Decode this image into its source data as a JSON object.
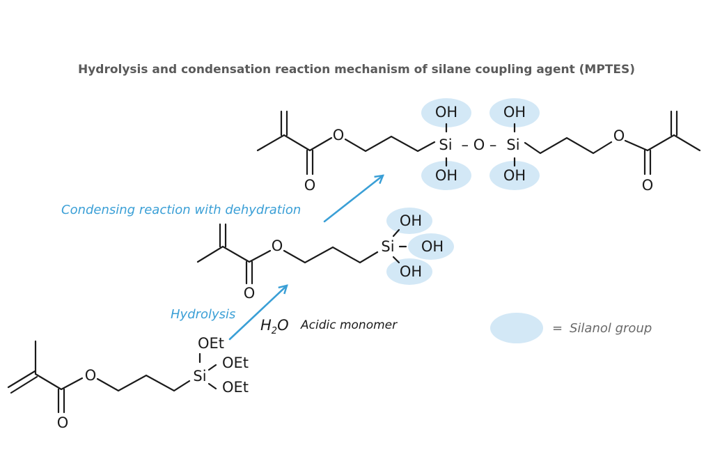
{
  "title": "Hydrolysis and condensation reaction mechanism of silane coupling agent (MPTES)",
  "colors": {
    "accent": "#3a9fd6",
    "silanol_fill": "#d3e8f6",
    "bond": "#1a1a1a"
  },
  "atoms": {
    "O": "O",
    "Si": "Si",
    "OH": "OH",
    "OEt": "OEt",
    "Si_O_Si": "– O –"
  },
  "labels": {
    "condensing": "Condensing reaction with dehydration",
    "hydrolysis": "Hydrolysis",
    "water_main": "H",
    "water_sub": "2",
    "water_tail": "O",
    "acidic_monomer": "Acidic monomer"
  },
  "legend": {
    "equals": "=",
    "label": "Silanol group"
  }
}
